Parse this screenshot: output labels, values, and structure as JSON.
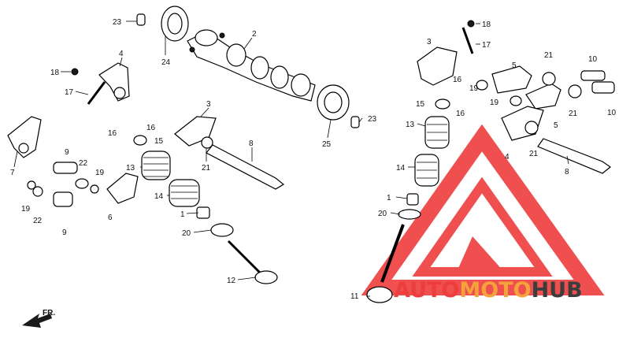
{
  "watermark": {
    "part1": "AUTO",
    "part2": "MOTO",
    "part3": "HUB",
    "color_red": "#ee3d3d",
    "color_orange": "#f4a23c",
    "color_gray": "#3d3d3d"
  },
  "direction": {
    "label": "FR."
  },
  "callouts": [
    {
      "text": "23"
    },
    {
      "text": "24"
    },
    {
      "text": "2"
    },
    {
      "text": "18"
    },
    {
      "text": "4"
    },
    {
      "text": "17"
    },
    {
      "text": "3"
    },
    {
      "text": "16"
    },
    {
      "text": "16"
    },
    {
      "text": "15"
    },
    {
      "text": "8"
    },
    {
      "text": "21"
    },
    {
      "text": "7"
    },
    {
      "text": "9"
    },
    {
      "text": "22"
    },
    {
      "text": "19"
    },
    {
      "text": "13"
    },
    {
      "text": "14"
    },
    {
      "text": "6"
    },
    {
      "text": "1"
    },
    {
      "text": "20"
    },
    {
      "text": "19"
    },
    {
      "text": "22"
    },
    {
      "text": "9"
    },
    {
      "text": "12"
    },
    {
      "text": "25"
    },
    {
      "text": "23"
    },
    {
      "text": "18"
    },
    {
      "text": "17"
    },
    {
      "text": "3"
    },
    {
      "text": "16"
    },
    {
      "text": "16"
    },
    {
      "text": "15"
    },
    {
      "text": "13"
    },
    {
      "text": "14"
    },
    {
      "text": "1"
    },
    {
      "text": "20"
    },
    {
      "text": "11"
    },
    {
      "text": "5"
    },
    {
      "text": "21"
    },
    {
      "text": "10"
    },
    {
      "text": "19"
    },
    {
      "text": "19"
    },
    {
      "text": "21"
    },
    {
      "text": "10"
    },
    {
      "text": "5"
    },
    {
      "text": "4"
    },
    {
      "text": "21"
    },
    {
      "text": "8"
    }
  ]
}
